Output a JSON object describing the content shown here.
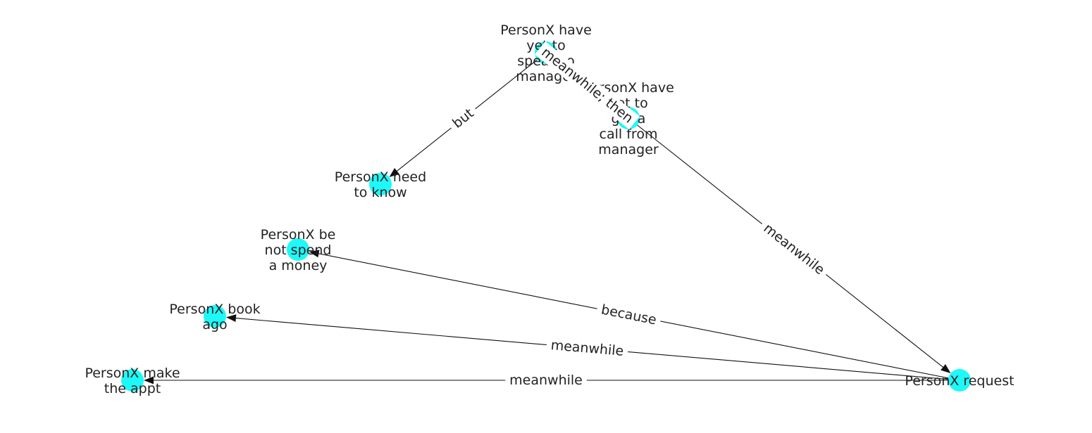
{
  "colors": {
    "node": "#1ef8f8",
    "edge": "#111111",
    "text": "#222222",
    "background": "#ffffff"
  },
  "nodes": [
    {
      "id": "speak",
      "label": [
        "PersonX have",
        "yet to",
        "speak to",
        "manager"
      ]
    },
    {
      "id": "call",
      "label": [
        "PersonX have",
        "yet to",
        "get a",
        "call from",
        "manager"
      ]
    },
    {
      "id": "know",
      "label": [
        "PersonX need",
        "to know"
      ]
    },
    {
      "id": "money",
      "label": [
        "PersonX be",
        "not spend",
        "a money"
      ]
    },
    {
      "id": "book",
      "label": [
        "PersonX book",
        "ago"
      ]
    },
    {
      "id": "appt",
      "label": [
        "PersonX make",
        "the appt"
      ]
    },
    {
      "id": "request",
      "label": [
        "PersonX request"
      ]
    }
  ],
  "edges": [
    {
      "from": "speak",
      "to": "know",
      "label": "but"
    },
    {
      "from": "speak",
      "to": "call",
      "label": "meanwhile; then"
    },
    {
      "from": "call",
      "to": "request",
      "label": "meanwhile"
    },
    {
      "from": "request",
      "to": "money",
      "label": "because"
    },
    {
      "from": "request",
      "to": "book",
      "label": "meanwhile"
    },
    {
      "from": "request",
      "to": "appt",
      "label": "meanwhile"
    }
  ]
}
